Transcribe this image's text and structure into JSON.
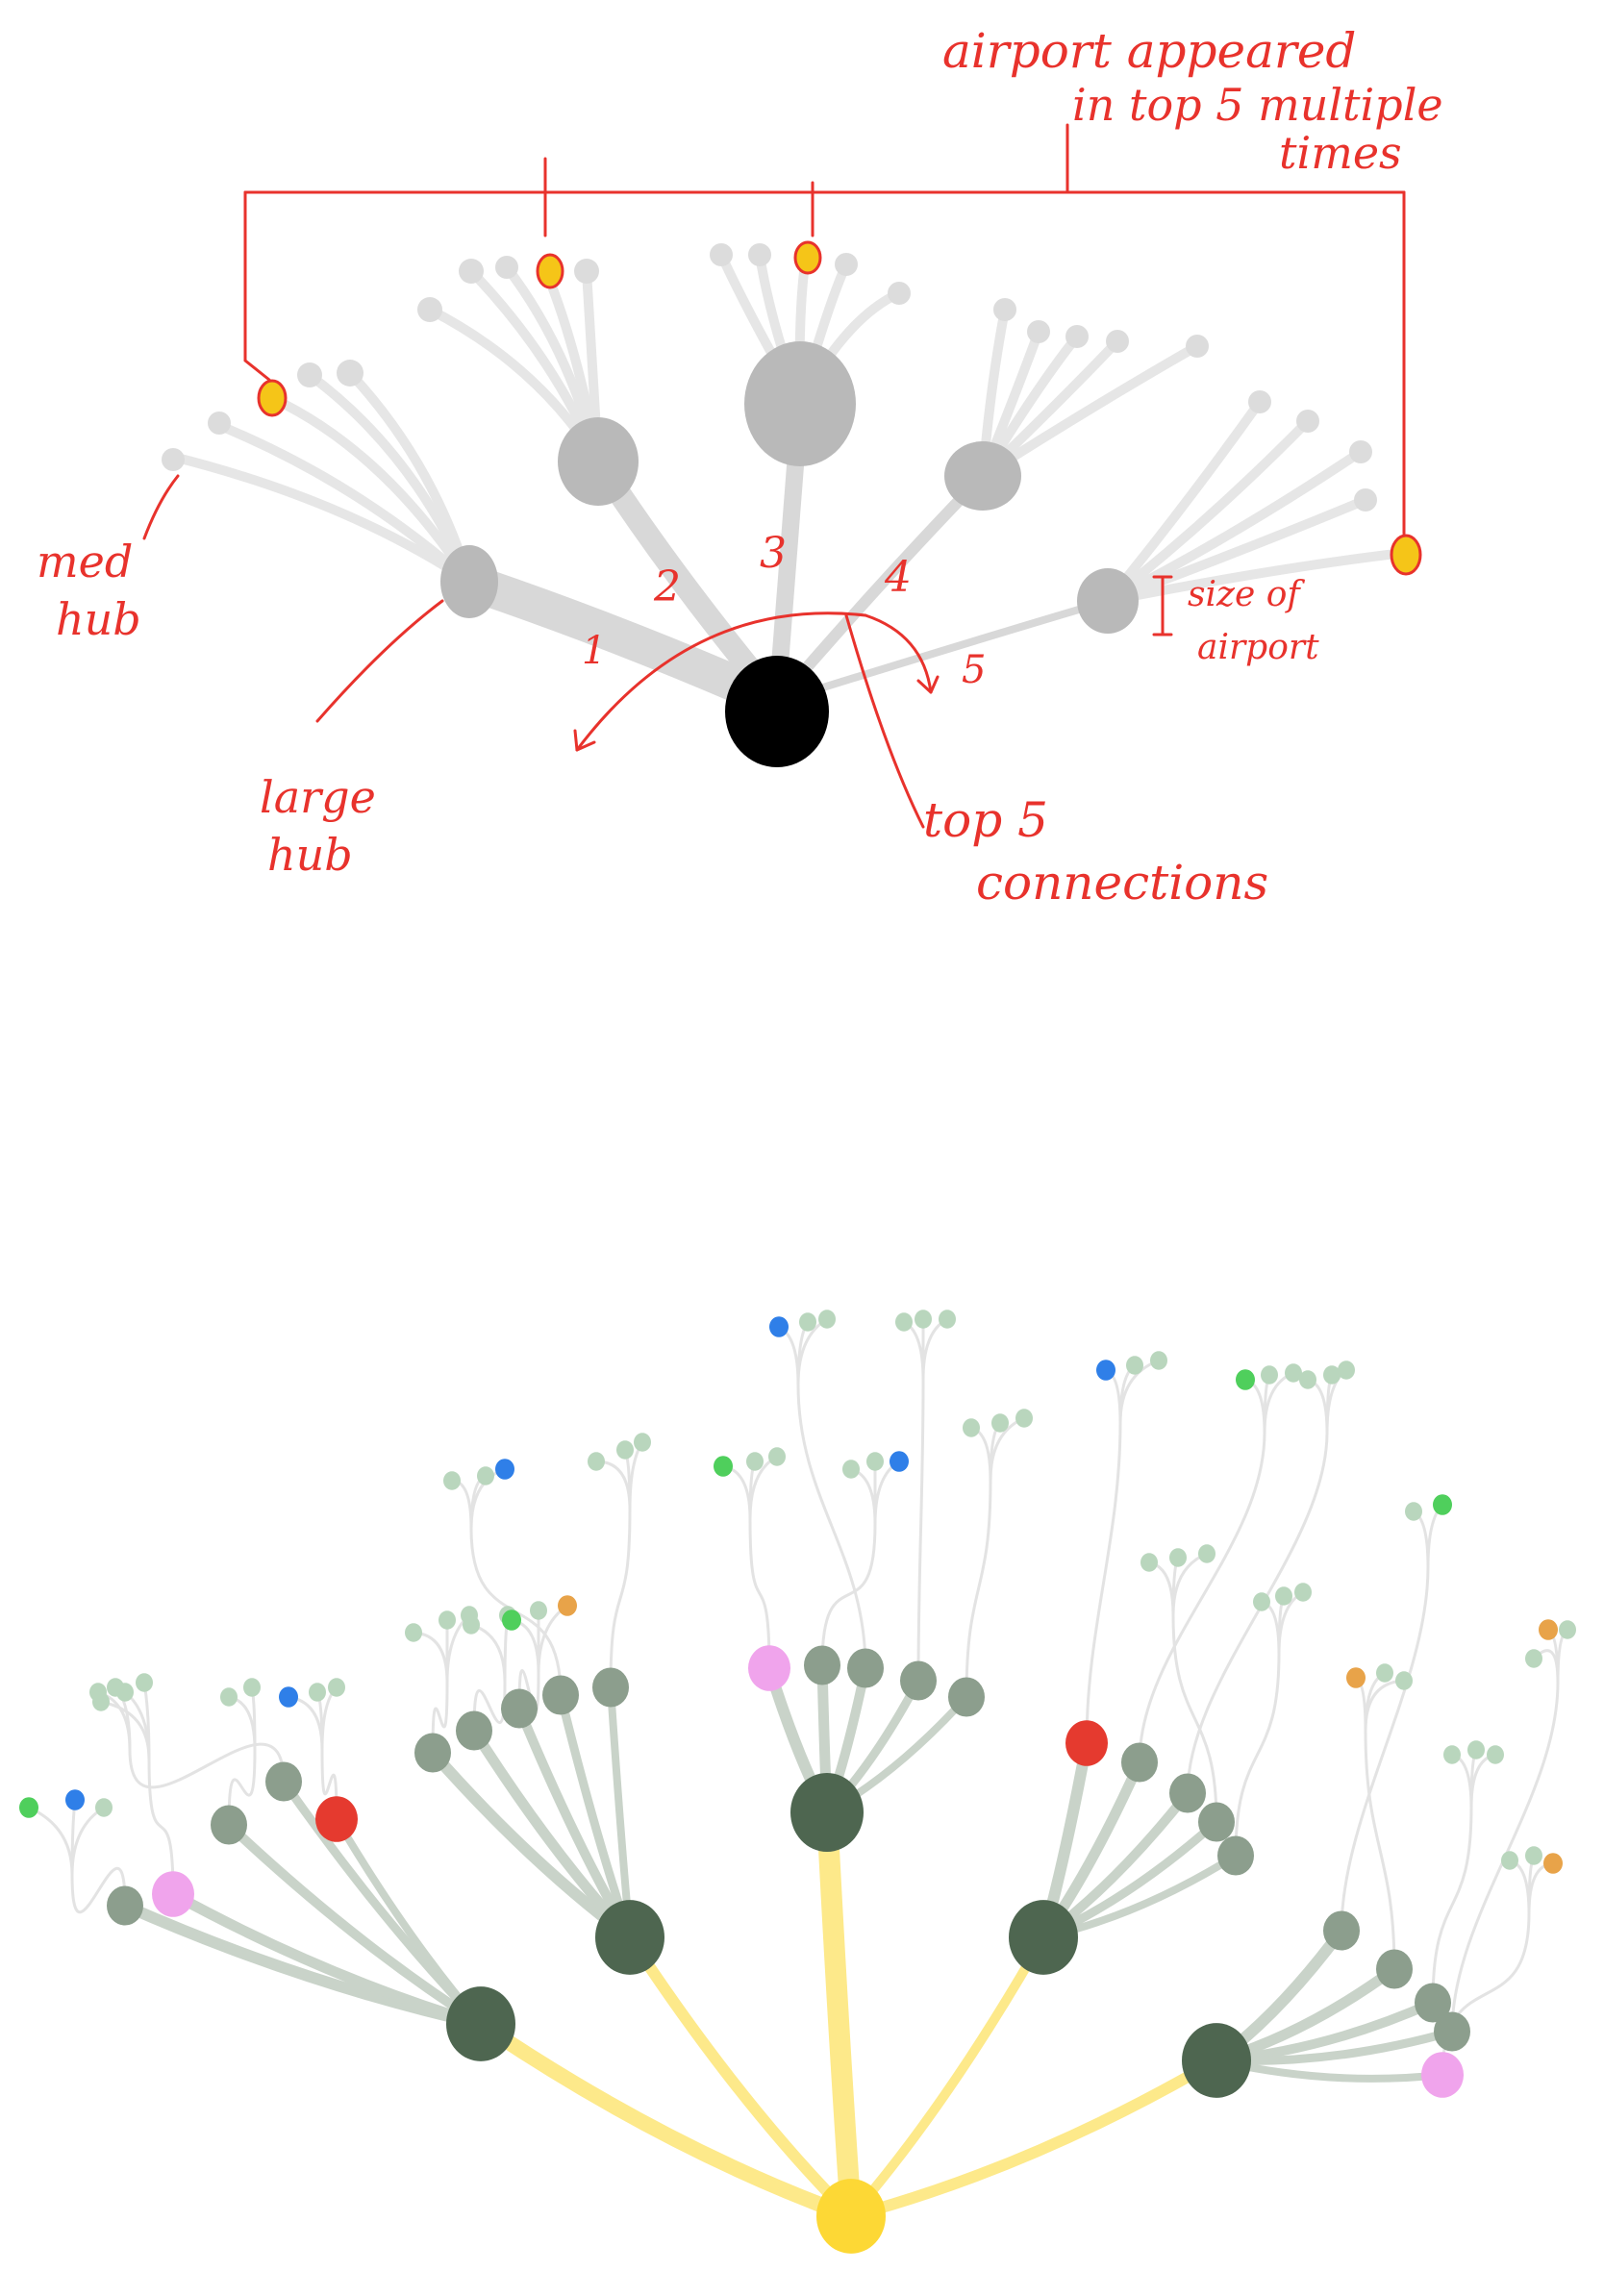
{
  "sketch": {
    "annotations": {
      "airport_repeat_1": "airport appeared",
      "airport_repeat_2": "in top 5 multiple",
      "airport_repeat_3": "times",
      "med_hub_1": "med",
      "med_hub_2": "hub",
      "large_hub_1": "large",
      "large_hub_2": "hub",
      "size_1": "size of",
      "size_2": "airport",
      "top5_1": "top 5",
      "top5_2": "connections"
    },
    "rank_labels": [
      "1",
      "2",
      "3",
      "4",
      "5"
    ],
    "colors": {
      "root": "#000000",
      "hub": "#b9b9b9",
      "leaf": "#d6d6d6",
      "repeat": "#f5c518",
      "annotation": "#e8322c"
    }
  },
  "tree": {
    "colors": {
      "root": "#fdd835",
      "root_links": "#fde98a",
      "hub": "#4e6650",
      "mid": "#8c9e8d",
      "mid_links": "#c9d3c9",
      "leaf": "#b9d6bd",
      "thin_links": "#e3e3e3",
      "pink": "#f0a4ec",
      "red": "#e53a2f",
      "blue": "#2f7fe8",
      "green": "#4fcf5c",
      "orange": "#e8a349"
    }
  }
}
